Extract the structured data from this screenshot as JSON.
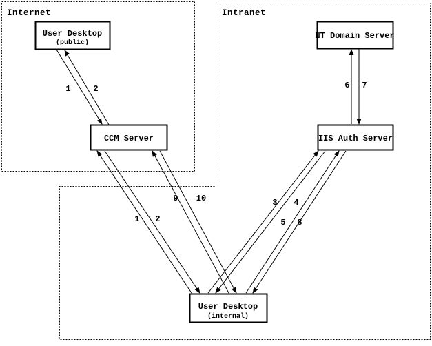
{
  "diagram": {
    "background": "#ffffff",
    "line_color": "#000000",
    "zones": {
      "internet": {
        "label": "Internet"
      },
      "intranet": {
        "label": "Intranet"
      }
    },
    "nodes": {
      "user_desktop_public": {
        "title": "User Desktop",
        "subtitle": "(public)"
      },
      "ccm_server": {
        "title": "CCM Server"
      },
      "nt_domain_server": {
        "title": "NT Domain Server"
      },
      "iis_auth_server": {
        "title": "IIS Auth Server"
      },
      "user_desktop_internal": {
        "title": "User Desktop",
        "subtitle": "(internal)"
      }
    },
    "flow_labels": {
      "public_to_ccm": {
        "request": "1",
        "response": "2"
      },
      "internal_to_ccm_auth": {
        "request": "1",
        "response": "2"
      },
      "internal_to_ccm_main": {
        "request": "9",
        "response": "10"
      },
      "internal_to_iis_first": {
        "request": "3",
        "response": "4"
      },
      "internal_to_iis_second": {
        "request": "5",
        "response": "8"
      },
      "iis_to_nt_domain": {
        "request": "6",
        "response": "7"
      }
    }
  }
}
